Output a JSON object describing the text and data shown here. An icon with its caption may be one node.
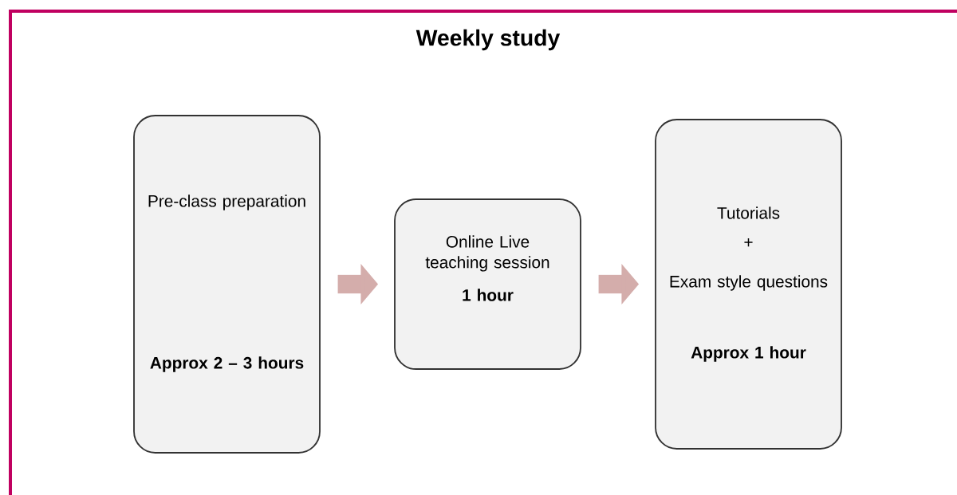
{
  "diagram": {
    "title": "Weekly study",
    "nodes": [
      {
        "text": [
          "Pre-class preparation",
          "Approx 2 – 3 hours"
        ]
      },
      {
        "text": [
          "Online Live teaching session",
          "1 hour"
        ]
      },
      {
        "text": [
          "Tutorials",
          "+",
          "Exam style questions",
          "Approx 1 hour"
        ]
      }
    ],
    "edges": [
      {
        "from": 0,
        "to": 1,
        "arrow": "to"
      },
      {
        "from": 1,
        "to": 2,
        "arrow": "to"
      }
    ]
  }
}
